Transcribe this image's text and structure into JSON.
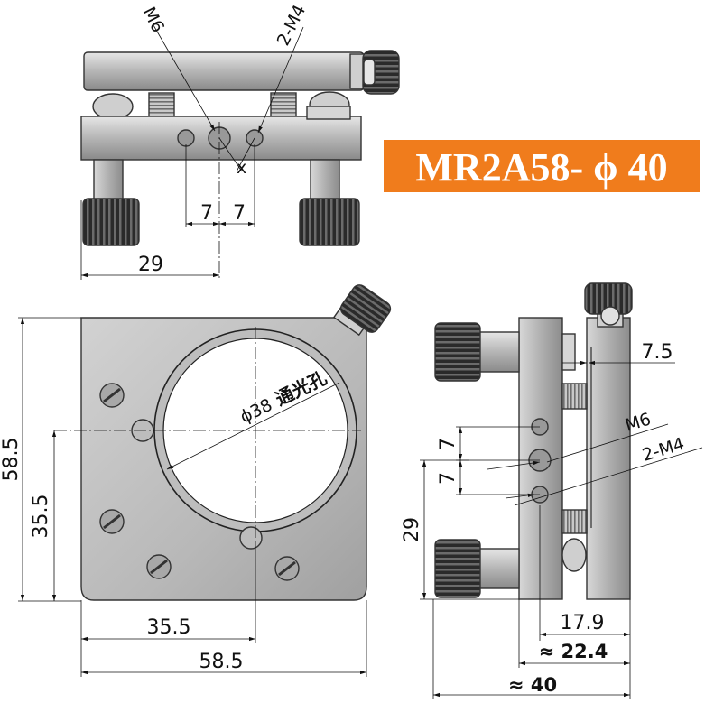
{
  "title": {
    "text": "MR2A58- ϕ 40",
    "bg_color": "#f07c1c"
  },
  "colors": {
    "metal": "#bdbdbd",
    "metal_dark": "#7a7a7a",
    "knob": "#2a2a2a",
    "line": "#111111"
  },
  "top_view": {
    "label_m6": "M6",
    "label_2m4": "2-M4",
    "label_x": "x",
    "dim_7_left": "7",
    "dim_7_right": "7",
    "dim_29": "29"
  },
  "front_view": {
    "dim_height": "58.5",
    "dim_center_height": "35.5",
    "dim_center_width": "35.5",
    "dim_width": "58.5",
    "aperture_label": "ϕ38",
    "aperture_cn": "通光孔"
  },
  "side_view": {
    "dim_7_5": "7.5",
    "label_m6": "M6",
    "label_2m4": "2-M4",
    "dim_7_upper": "7",
    "dim_7_lower": "7",
    "dim_29": "29",
    "dim_17_9": "17.9",
    "dim_22_4": "≈ 22.4",
    "dim_40": "≈ 40"
  }
}
